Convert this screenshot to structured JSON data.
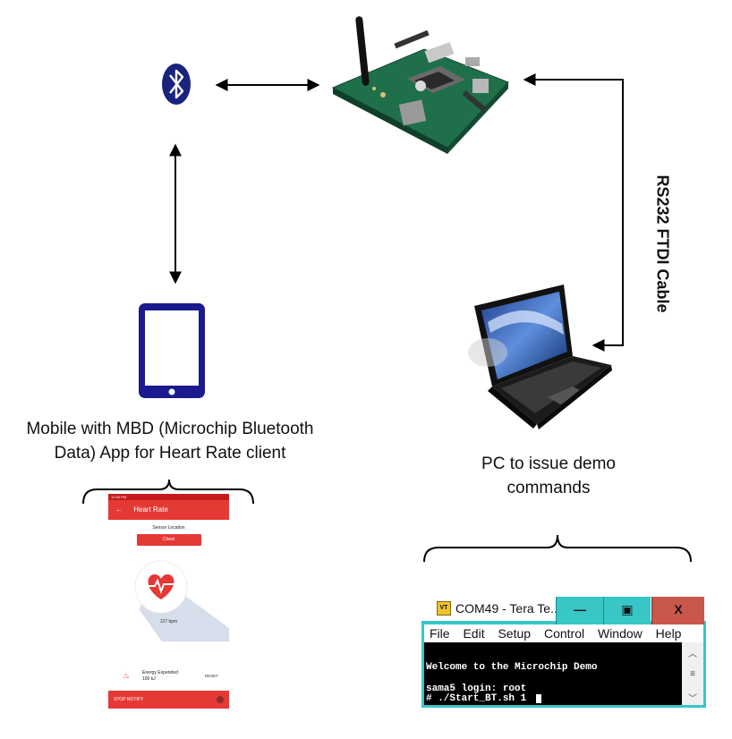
{
  "labels": {
    "mobile_line1": "Mobile with MBD (Microchip Bluetooth",
    "mobile_line2": "Data) App for Heart Rate client",
    "pc_line1": "PC to issue demo",
    "pc_line2": "commands",
    "cable": "RS232 FTDI Cable"
  },
  "app": {
    "title": "Heart Rate",
    "sensor_location_label": "Sensor Location",
    "sensor_location_value": "Chest",
    "bpm": "127 bpm",
    "energy_label": "Energy Expended",
    "energy_value": "100 kJ",
    "reset_label": "RESET",
    "stop_notify_label": "STOP NOTIFY",
    "status_time": "12:00 PM"
  },
  "terminal": {
    "window_title": "COM49 - Tera Te...",
    "icon_text": "VT",
    "min_glyph": "—",
    "max_glyph": "▣",
    "close_glyph": "X",
    "menu": [
      "File",
      "Edit",
      "Setup",
      "Control",
      "Window",
      "Help"
    ],
    "lines": [
      "Welcome to the Microchip Demo",
      "sama5 login: root",
      "# ./Start_BT.sh 1"
    ]
  },
  "colors": {
    "bluetooth": "#1a237e",
    "phone": "#1a1a8e",
    "app_red": "#e53935",
    "terminal_frame": "#38c6c6",
    "close_button": "#c9574b"
  },
  "icons": {
    "bluetooth": "bluetooth-icon",
    "phone": "smartphone-icon",
    "board": "dev-board-image",
    "laptop": "laptop-image",
    "heart": "heart-rate-icon",
    "flame": "flame-icon"
  }
}
